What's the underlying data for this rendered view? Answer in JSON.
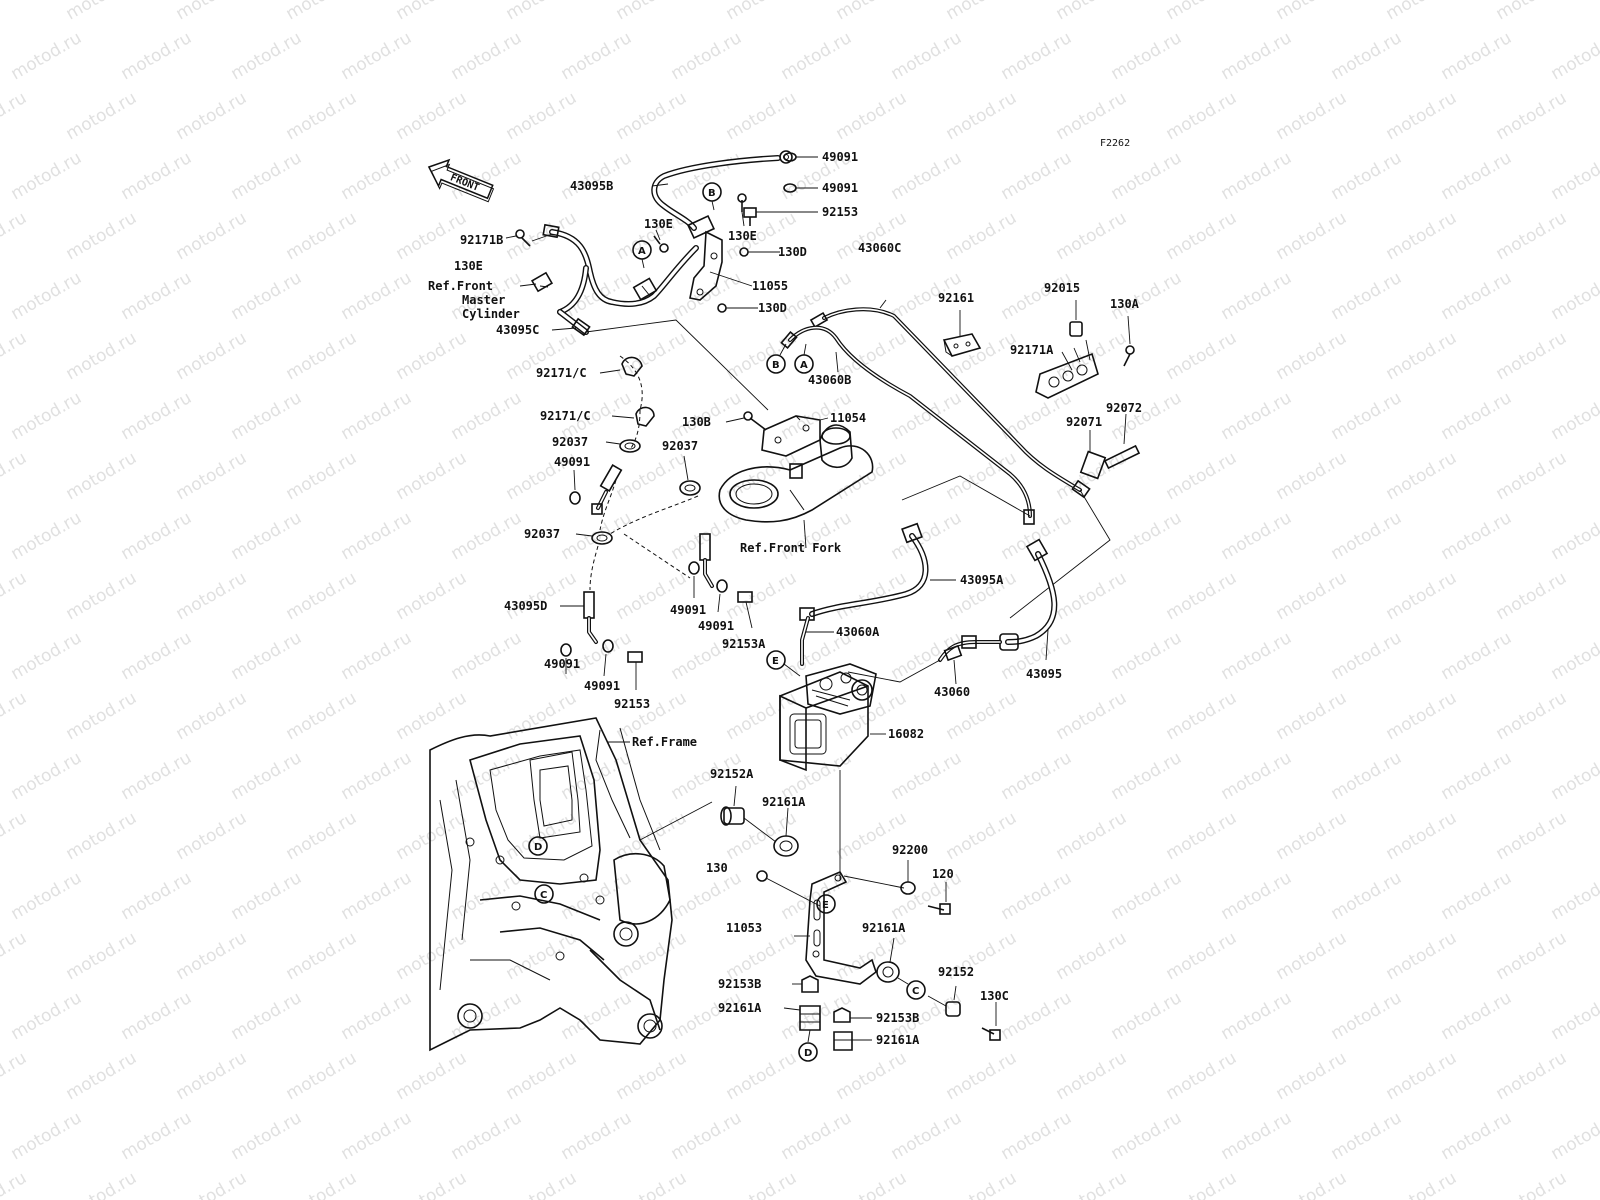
{
  "diagram_code": "F2262",
  "front_arrow": {
    "text": "FRONT"
  },
  "watermark": {
    "text": "motod.ru"
  },
  "labels": {
    "l49091_a": "49091",
    "l43095B": "43095B",
    "l49091_b": "49091",
    "l92153_a": "92153",
    "l130E_a": "130E",
    "l130E_b": "130E",
    "l130D_a": "130D",
    "l92171B": "92171B",
    "l130E_c": "130E",
    "l11055": "11055",
    "l130D_b": "130D",
    "l43095C": "43095C",
    "l43060C": "43060C",
    "l92161_a": "92161",
    "l92015": "92015",
    "l130A": "130A",
    "l92171A": "92171A",
    "l43060B": "43060B",
    "l92171C_a": "92171/C",
    "l92171C_b": "92171/C",
    "l130B": "130B",
    "l11054": "11054",
    "l92037_a": "92037",
    "l92037_b": "92037",
    "l49091_c": "49091",
    "l92071": "92071",
    "l92072": "92072",
    "l92037_c": "92037",
    "l43095A": "43095A",
    "l43095D": "43095D",
    "l49091_d": "49091",
    "l49091_e": "49091",
    "l92153A": "92153A",
    "l43060A": "43060A",
    "l49091_f": "49091",
    "l49091_g": "49091",
    "l92153_b": "92153",
    "l43095": "43095",
    "l43060": "43060",
    "l16082": "16082",
    "l92152A": "92152A",
    "l92161A_a": "92161A",
    "l92200": "92200",
    "l130": "130",
    "l120": "120",
    "l11053": "11053",
    "l92161A_b": "92161A",
    "l92152": "92152",
    "l92153B_a": "92153B",
    "l130C": "130C",
    "l92161A_c": "92161A",
    "l92153B_b": "92153B",
    "l92161A_d": "92161A"
  },
  "refs": {
    "front_master_1": "Ref.Front",
    "front_master_2": "Master",
    "front_master_3": "Cylinder",
    "front_fork": "Ref.Front Fork",
    "frame": "Ref.Frame"
  },
  "circles": {
    "cA_top": "A",
    "cB_top": "B",
    "cB_mid": "B",
    "cA_mid": "A",
    "cE_top": "E",
    "cD_frame": "D",
    "cC_frame": "C",
    "cE_bracket": "E",
    "cC_bottom": "C",
    "cD_bottom": "D"
  }
}
